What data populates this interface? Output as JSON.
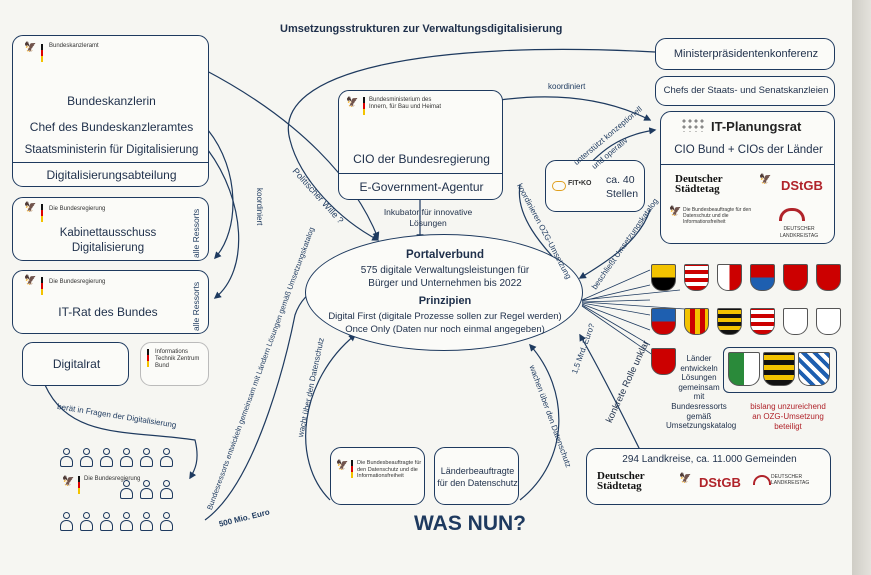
{
  "title": "Umsetzungsstrukturen zur Verwaltungsdigitalisierung",
  "bundeskanzleramt": {
    "org": "Bundeskanzleramt",
    "lines": [
      "Bundeskanzlerin",
      "Chef des Bundeskanzleramtes",
      "Staatsministerin für Digitalisierung"
    ],
    "footer": "Digitalisierungsabteilung"
  },
  "kabinett": {
    "org": "Die Bundesregierung",
    "title": "Kabinettausschuss Digitalisierung",
    "side": "alle Ressorts"
  },
  "itrat": {
    "org": "Die Bundesregierung",
    "title": "IT-Rat des Bundes",
    "side": "alle Ressorts"
  },
  "digitalrat": {
    "title": "Digitalrat",
    "org": "Informations Technik Zentrum Bund"
  },
  "bmi": {
    "org": "Bundesministerium des Innern, für Bau und Heimat",
    "cio": "CIO der Bundesregierung",
    "agency": "E-Government-Agentur"
  },
  "mpk": {
    "title": "Ministerpräsidentenkonferenz"
  },
  "chefs": {
    "title": "Chefs der Staats- und Senatskanzleien"
  },
  "itplanungsrat": {
    "title": "IT-Planungsrat",
    "sub": "CIO Bund + CIOs der Länder",
    "logos": [
      "Deutscher Städtetag",
      "DStGB",
      "Die Bundesbeauftragte für den Datenschutz und die Informationsfreiheit",
      "DEUTSCHER LANDKREISTAG"
    ]
  },
  "fitko": {
    "logo": "FIT•KO",
    "text": "ca. 40 Stellen"
  },
  "portal": {
    "title": "Portalverbund",
    "desc": [
      "575 digitale Verwaltungsleistungen für",
      "Bürger und Unternehmen bis 2022"
    ],
    "prinzipien": "Prinzipien",
    "p1": "Digital First (digitale Prozesse sollen zur Regel werden)",
    "p2": "Once Only (Daten nur noch einmal angegeben)"
  },
  "laender": {
    "text": [
      "Länder",
      "entwickeln",
      "Lösungen",
      "gemeinsam",
      "mit",
      "Bundesressorts",
      "gemäß",
      "Umsetzungskatalog"
    ],
    "note": [
      "bislang unzureichend",
      "an OZG-Umsetzung",
      "beteiligt"
    ]
  },
  "kommunen": {
    "title": "294 Landkreise, ca. 11.000 Gemeinden",
    "logos": [
      "Deutscher Städtetag",
      "DStGB",
      "DEUTSCHER LANDKREISTAG"
    ]
  },
  "bfdi": {
    "org": "Die Bundesbeauftragte für den Datenschutz und die Informationsfreiheit"
  },
  "laenderDatenschutz": {
    "title": "Länderbeauftragte für den Datenschutz"
  },
  "bundesregierung": {
    "org": "Die Bundesregierung"
  },
  "labels": {
    "koordiniert_top": "koordiniert",
    "koordiniert_left": "koordiniert",
    "politischer_wille": "Politischer Wille ?",
    "inkubator": [
      "Inkubator für innovative",
      "Lösungen"
    ],
    "unterstuetzt": "unterstützt konzeptionell",
    "und_operativ": "und operativ",
    "ozg_umsetzung": "koordinieren OZG-Umsetzung",
    "beschliesst": "beschließt Umsetzungskatalog",
    "mrd": "1,5 Mrd. Euro?",
    "rolle": "konkrete Rolle unklar",
    "beraet": "berät in Fragen der Digitalisierung",
    "bundesressorts": "Bundesressorts entwickeln gemeinsam mit Ländern Lösungen gemäß Umsetzungskatalog",
    "mio": "500 Mio. Euro",
    "wacht_left": "wacht über den Datenschutz",
    "wachen_right": "wachen über den Datenschutz"
  },
  "was_nun": "WAS NUN?",
  "colors": {
    "navy": "#1e3a5f",
    "red": "#b0232a",
    "paper": "#f6f6f2"
  }
}
